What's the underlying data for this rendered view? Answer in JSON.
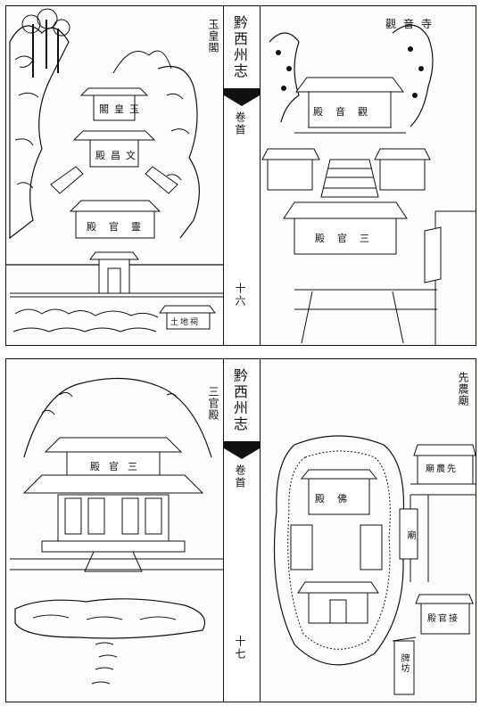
{
  "top_sheet": {
    "spine": {
      "title": "黔西州志",
      "volume": "卷首",
      "page": "十六"
    },
    "left_plate": {
      "caption": "玉皇閣",
      "signs": [
        "閣皇玉",
        "殿昌文",
        "殿官靈",
        "土地祠"
      ]
    },
    "right_plate": {
      "caption": "觀音寺",
      "signs": [
        "殿音觀",
        "殿官三"
      ]
    }
  },
  "bottom_sheet": {
    "spine": {
      "title": "黔西州志",
      "volume": "卷首",
      "page": "十七"
    },
    "left_plate": {
      "caption": "三官殿",
      "signs": [
        "殿官三"
      ]
    },
    "right_plate": {
      "caption": "先農廟",
      "signs": [
        "殿佛",
        "廟農先",
        "廟",
        "殿官接",
        "牌坊"
      ]
    }
  }
}
